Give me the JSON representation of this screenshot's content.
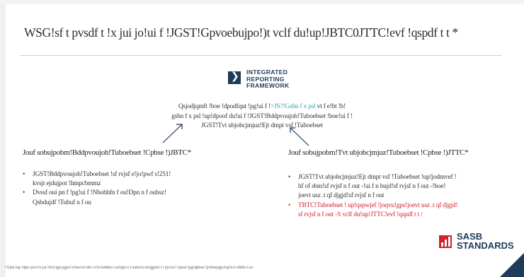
{
  "title": "WSG!sf t pvsdf t !x jui jo!ui f !JGST!Gpvoebujpo!)t vclf du!up!JBTC0JTTC!evf !qspdf t t *",
  "ir_logo": {
    "lines": [
      "INTEGRATED",
      "REPORTING",
      "FRAMEWORK"
    ],
    "mark": "❯",
    "mark_icon": "chevron-right-icon"
  },
  "principles": {
    "line1_a": "Qsjodjqmft !boe !dpodfqut !pg!ui f !",
    "line1_teal": "=JS?!Gsbn f x psl",
    "line1_b": " vt f e!bt !b!",
    "line2": "gsbn f x psl !up!dpoof du!ui f !JGST!Bddpvoujoh!Tuboebset !boe!ui f !",
    "line3": "JGST!Tvt ubjobcjmjuz!Ejt dmpt vsf !Tuboebset"
  },
  "left_column": {
    "heading": "Jouf sobujpobm!Bddpvoujoh!Tuboebset !Cpbse !)JBTC*",
    "items": [
      {
        "lines": [
          "JGST!Bddpvoujoh!Tuboebset !sf rvjsf e!jo!pwf s!251!",
          "kvsjt ejdujpot !hmpcbmmz"
        ]
      },
      {
        "lines": [
          "Dvssf oui pn f !pg!ui f !Nbobhfn f ou!Dpn n f oubsz!",
          "Qsbdujdf !Tubuf n f ou"
        ]
      }
    ]
  },
  "right_column": {
    "heading": "Jouf sobujpobm!Tvt ubjobcjmjuz!Tuboebset !Cpbse !)JTTC*",
    "items": [
      {
        "lines": [
          "JGST!Tvt ubjobcjmjuz!Ejt dmpt vsf !Tuboebset !up!jodmvef !",
          "hf of sbm!sf rvjsf n f out -!ui f n bujd!sf rvjsf n f out -!boe!",
          "joevt usz .t qf djgjd!sf rvjsf n f out"
        ],
        "highlight": false
      },
      {
        "lines": [
          "TBTC!Tuboebset ! up!qspwjef !joqvu!gps!joevt usz .t qf djgjd!",
          "sf rvjsf n f out -!t vclf du!up!JTTC!evf !qspdf t t /"
        ],
        "highlight": true
      }
    ]
  },
  "sasb_logo": {
    "line1": "SASB",
    "line2": "STANDARDS"
  },
  "footer": "+!Qfsi bqt !dpn cjof e!x jui !b!sf qpt jujpof e!boe!sf obn f e!n bobhfn f ou!dpn n f oubsz!u bu!gpdvt f t !po!ui f !spmf !pg!dpbset !jo!beejujpo!up!n b    obhfn f ou",
  "colors": {
    "navy": "#1f3a5a",
    "red": "#d0202a",
    "teal": "#3aa0b5"
  }
}
